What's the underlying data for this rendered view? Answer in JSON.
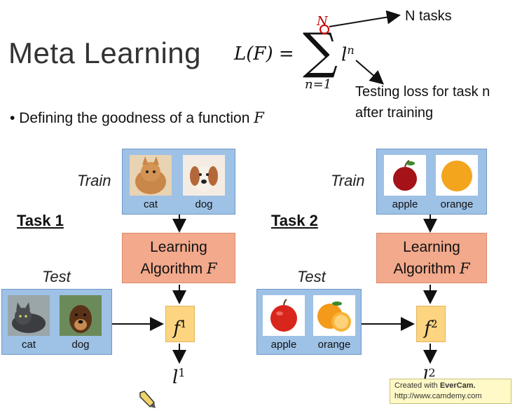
{
  "header": {
    "title": "Meta Learning",
    "formula_lhs": "L(F) =",
    "sum_upper": "N",
    "sum_lower": "n=1",
    "sum_term": "l",
    "sum_term_sup": "n",
    "note_ntasks": "N tasks",
    "note_testing_line1": "Testing loss for task n",
    "note_testing_line2": "after training"
  },
  "bullet": {
    "text": "Defining the goodness of a function",
    "var": "F"
  },
  "task1": {
    "task_label": "Task 1",
    "train_label": "Train",
    "test_label": "Test",
    "train_captions": [
      "cat",
      "dog"
    ],
    "test_captions": [
      "cat",
      "dog"
    ],
    "algo_line1": "Learning",
    "algo_line2": "Algorithm",
    "algo_var": "F",
    "f_label": "f",
    "f_sup": "1",
    "loss_label": "l",
    "loss_sup": "1"
  },
  "task2": {
    "task_label": "Task 2",
    "train_label": "Train",
    "test_label": "Test",
    "train_captions": [
      "apple",
      "orange"
    ],
    "test_captions": [
      "apple",
      "orange"
    ],
    "algo_line1": "Learning",
    "algo_line2": "Algorithm",
    "algo_var": "F",
    "f_label": "f",
    "f_sup": "2",
    "loss_label": "l",
    "loss_sup": "2"
  },
  "watermark": {
    "line1_prefix": "Created with",
    "line1_brand": "EverCam.",
    "line2": "http://www.camdemy.com"
  },
  "colors": {
    "image_box": "#9ec1e6",
    "algorithm_box": "#f2a98c",
    "function_box": "#fdd580",
    "watermark_bg": "#fff9c7"
  },
  "icons": [
    "pencil-cursor-icon",
    "arrow-icon"
  ]
}
